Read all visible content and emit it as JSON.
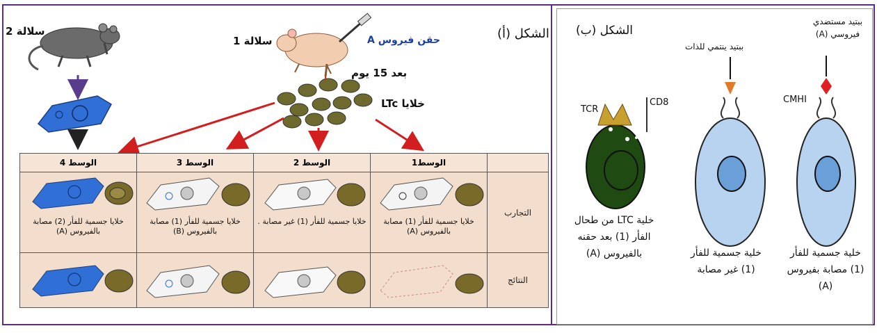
{
  "panel_a": {
    "title": "الشكل (أ)",
    "strain1": "سلالة 1",
    "strain2": "سلالة 2",
    "injection": "حقن فيروس A",
    "after_days": "بعد 15 يوم",
    "ltc_cells": "خلايا LTc"
  },
  "table": {
    "headers": [
      "الوسط 4",
      "الوسط 3",
      "الوسط 2",
      "الوسط1",
      ""
    ],
    "experiments_label": "التجارب",
    "results_label": "النتائج",
    "experiments": [
      "خلايا جسمية للفأر (2) مصابة بالفيروس (A)",
      "خلايا جسمية للفأر (1) مصابة بالفيروس (B)",
      "خلايا جسمية للفأر (1) غير مصابة .",
      "خلايا جسمية للفأر (1) مصابة بالفيروس (A)"
    ]
  },
  "panel_b": {
    "title": "الشكل (ب)",
    "viral_peptide": "ببتيد مستضدي فيروسي (A)",
    "self_peptide": "ببتيد ينتمي للذات",
    "cmh": "CMHI",
    "tcr": "TCR",
    "cd8": "CD8",
    "cell1_caption": "خلية جسمية للفأر (1) مصابة بفيروس (A)",
    "cell2_caption": "خلية جسمية للفأر (1) غير مصابة",
    "ltc_caption": "خلية LTC من طحال الفأر (1) بعد حقنه بالفيروس (A)"
  },
  "colors": {
    "frame": "#5a2d82",
    "red_arrow": "#d21e1e",
    "ltc_cell": "#7a6a2a",
    "infected_blue": "#2f6fd6",
    "ltc_dark": "#1f4a12",
    "cell_blue": "#b8d3ef"
  }
}
